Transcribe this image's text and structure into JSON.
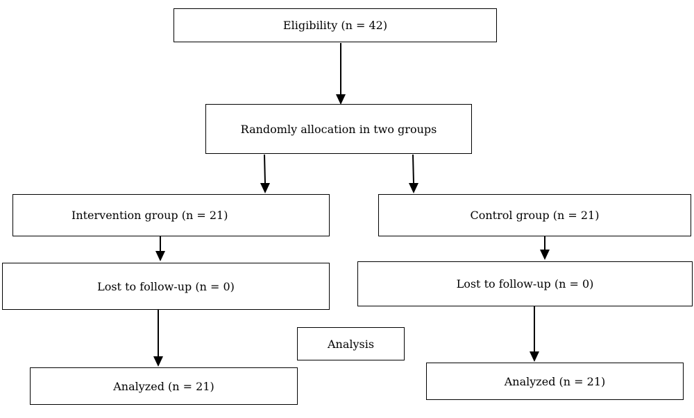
{
  "diagram": {
    "eligibility": "Eligibility (n = 42)",
    "allocation": "Randomly allocation in two groups",
    "intervention_group": "Intervention group (n = 21)",
    "control_group": "Control group (n = 21)",
    "intervention_lost": "Lost to follow-up (n = 0)",
    "control_lost": "Lost to follow-up (n = 0)",
    "analysis_label": "Analysis",
    "intervention_analyzed": "Analyzed (n = 21)",
    "control_analyzed": "Analyzed (n = 21)"
  }
}
